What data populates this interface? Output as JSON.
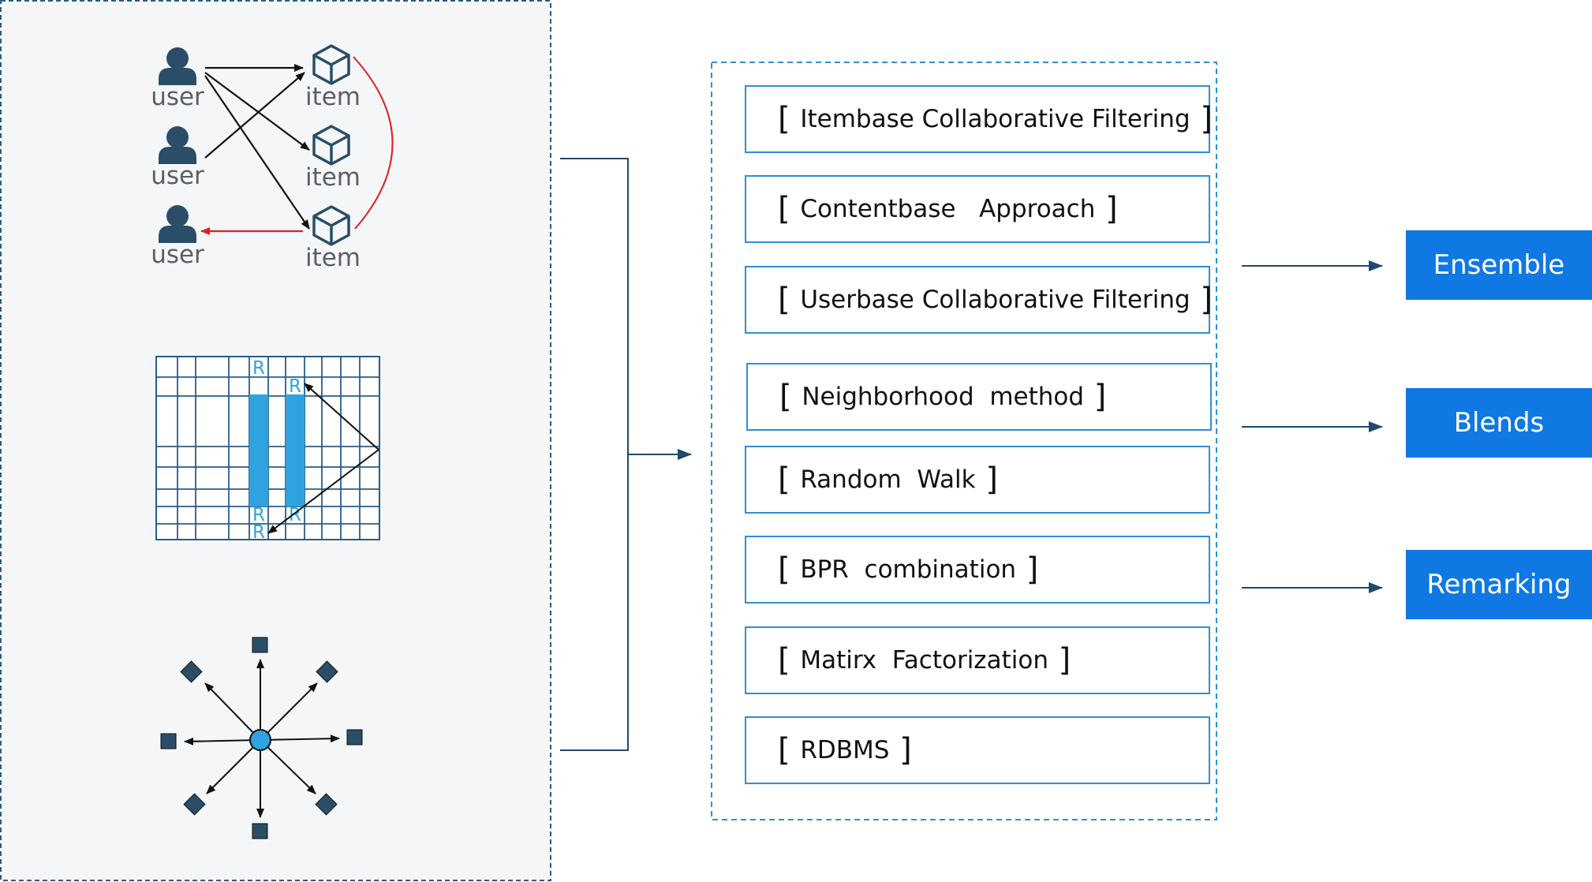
{
  "left_panel": {
    "graph_labels": {
      "users": [
        "user",
        "user",
        "user"
      ],
      "items": [
        "item",
        "item",
        "item"
      ]
    },
    "matrix_marker": "R"
  },
  "methods": [
    {
      "label": "Itembase Collaborative Filtering"
    },
    {
      "label": "Contentbase   Approach"
    },
    {
      "label": "Userbase Collaborative Filtering"
    },
    {
      "label": "Neighborhood  method"
    },
    {
      "label": "Random  Walk"
    },
    {
      "label": "BPR  combination"
    },
    {
      "label": "Matirx  Factorization"
    },
    {
      "label": "RDBMS"
    }
  ],
  "outputs": [
    {
      "label": "Ensemble"
    },
    {
      "label": "Blends"
    },
    {
      "label": "Remarking"
    }
  ],
  "colors": {
    "icon_dark": "#2a4d68",
    "arrow": "#111111",
    "highlight_arrow": "#e02020",
    "matrix_line": "#2a5c86",
    "matrix_col": "#2fa3e0",
    "box_border": "#2e8fd6",
    "output_fill": "#0f78e3",
    "panel_fill": "#f4f6f8"
  }
}
